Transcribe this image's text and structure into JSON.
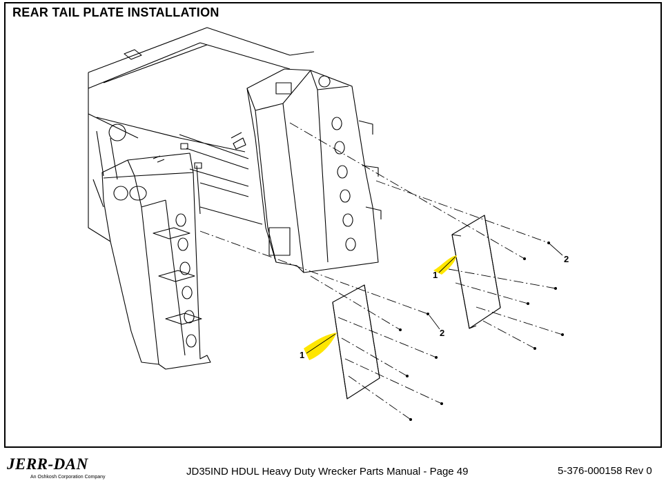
{
  "page": {
    "title": "REAR TAIL PLATE INSTALLATION"
  },
  "callouts": {
    "plate_label": "1",
    "fastener_label": "2",
    "highlight_color": "#ffe600"
  },
  "footer": {
    "brand": "JERR-DAN",
    "brand_tagline": "An Oshkosh Corporation Company",
    "manual_line": "JD35IND HDUL Heavy Duty Wrecker Parts Manual  -  Page 49",
    "document_number": "5-376-000158    Rev 0"
  }
}
